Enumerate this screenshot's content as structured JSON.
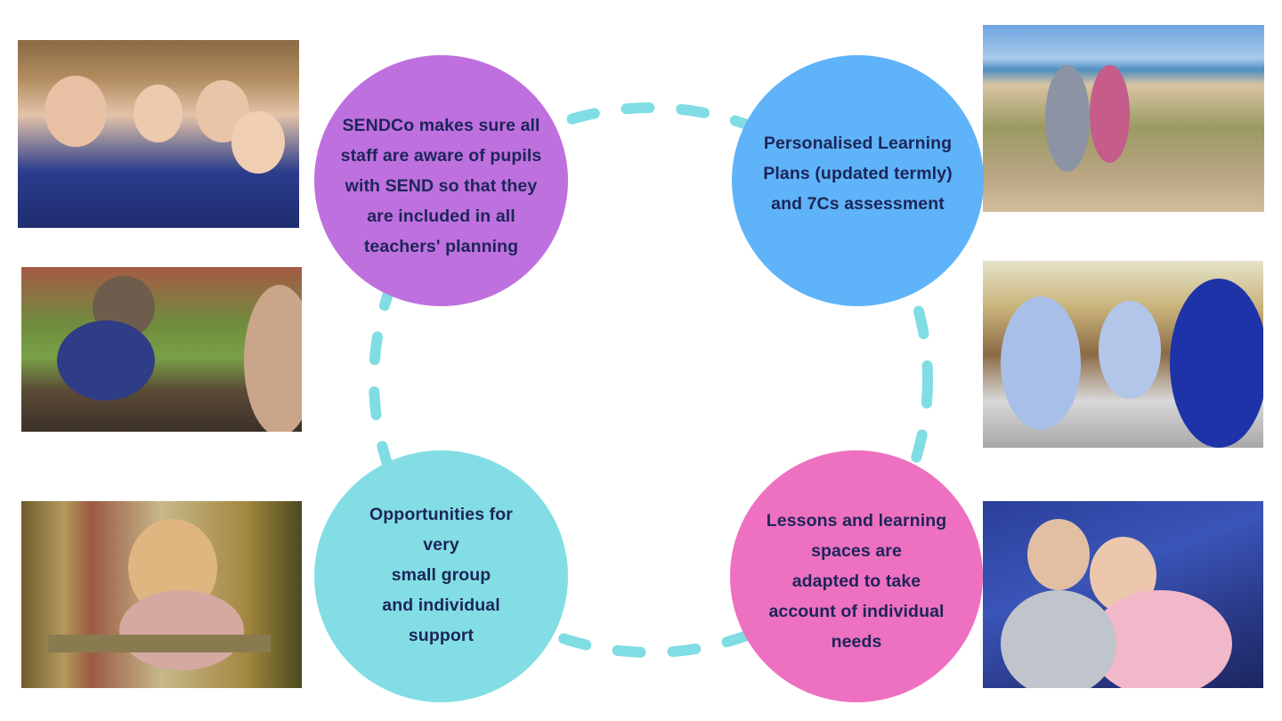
{
  "circles": [
    {
      "id": "staff-awareness",
      "color": "#bf70df",
      "lines": [
        "SENDCo makes sure all",
        "staff are aware of pupils",
        "with SEND so that they",
        "are included in all",
        "teachers' planning"
      ]
    },
    {
      "id": "learning-plans",
      "color": "#5fb3f8",
      "lines": [
        "Personalised Learning",
        "Plans (updated termly)",
        "and 7Cs assessment"
      ]
    },
    {
      "id": "small-group",
      "color": "#82dee4",
      "lines": [
        "Opportunities for",
        "very",
        "small group",
        "and individual",
        "support"
      ]
    },
    {
      "id": "adapted-spaces",
      "color": "#ee70c0",
      "lines": [
        "Lessons and learning",
        "spaces are",
        "adapted to take",
        "account of individual",
        "needs"
      ]
    }
  ],
  "loop_color": "#7fdde3",
  "text_color": "#1c2558"
}
